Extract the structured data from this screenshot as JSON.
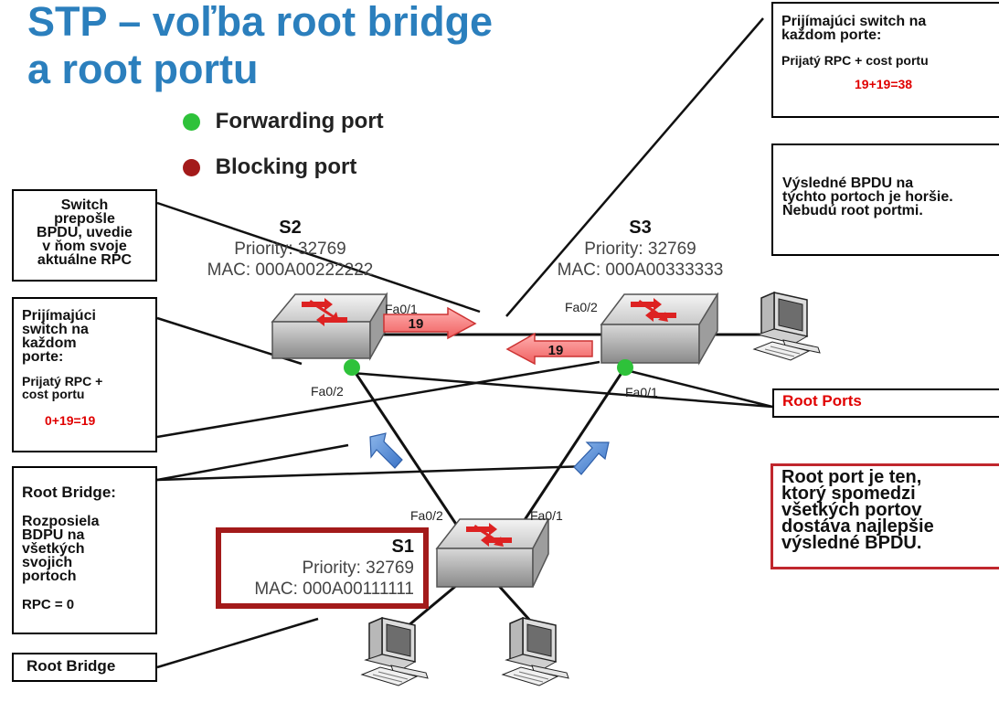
{
  "title_line1": "STP – voľba root bridge",
  "title_line2": "a root portu",
  "legend": {
    "forwarding": {
      "label": "Forwarding port",
      "color": "#2ec23a"
    },
    "blocking": {
      "label": "Blocking port",
      "color": "#a31a1a"
    }
  },
  "boxes": {
    "top_right": {
      "line1": "Prijímajúci switch na",
      "line2": "každom porte:",
      "line3": "Prijatý RPC + cost portu",
      "value": "19+19=38"
    },
    "mid_right": {
      "line1": "Výsledné BPDU na",
      "line2": "týchto portoch je horšie.",
      "line3": "Nebudú root portmi."
    },
    "switch_forward": {
      "line1": "Switch",
      "line2": "prepošle",
      "line3": "BPDU, uvedie",
      "line4": "v ňom svoje",
      "line5": "aktuálne RPC"
    },
    "receiving_left": {
      "line1": "Prijímajúci",
      "line2": "switch na",
      "line3": "každom",
      "line4": "porte:",
      "line5": "Prijatý RPC +",
      "line6": "cost portu",
      "value": "0+19=19"
    },
    "root_bridge_info": {
      "line1": "Root Bridge:",
      "line2": "Rozposiela",
      "line3": "BDPU na",
      "line4": "všetkých",
      "line5": "svojich",
      "line6": "portoch",
      "line7": "RPC = 0"
    },
    "root_bridge_label": {
      "text": "Root Bridge"
    },
    "root_ports": {
      "text": "Root Ports"
    },
    "root_port_def": {
      "line1": "Root port je ten,",
      "line2": "ktorý spomedzi",
      "line3": "všetkých portov",
      "line4": "dostáva najlepšie",
      "line5": "výsledné BPDU."
    }
  },
  "switches": {
    "s2": {
      "name": "S2",
      "priority": "Priority: 32769",
      "mac": "MAC: 000A00222222"
    },
    "s3": {
      "name": "S3",
      "priority": "Priority: 32769",
      "mac": "MAC: 000A00333333"
    },
    "s1": {
      "name": "S1",
      "priority": "Priority: 32769",
      "mac": "MAC: 000A00111111"
    }
  },
  "ports": {
    "s2_fa01": "Fa0/1",
    "s2_fa02": "Fa0/2",
    "s3_fa02": "Fa0/2",
    "s3_fa01": "Fa0/1",
    "s1_fa02": "Fa0/2",
    "s1_fa01": "Fa0/1"
  },
  "arrows": {
    "s2_to_s3_cost": "19",
    "s3_to_s2_cost": "19"
  },
  "colors": {
    "title": "#2b7fbd",
    "forwarding": "#2ec23a",
    "root_bridge_border": "#a31a1a",
    "root_port_def_border": "#c0272d",
    "red_text": "#e00000"
  }
}
